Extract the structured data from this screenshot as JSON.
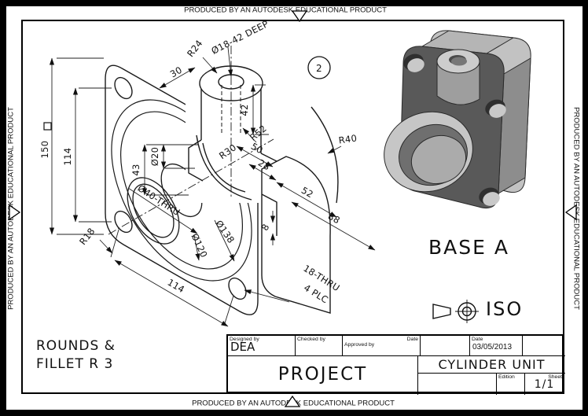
{
  "stamp": {
    "text": "PRODUCED BY AN AUTODESK EDUCATIONAL PRODUCT"
  },
  "sheet": {
    "view_number": "2",
    "note_line1": "ROUNDS &",
    "note_line2": "FILLET R 3",
    "part_name": "BASE A",
    "projection_label": "ISO"
  },
  "dims": {
    "d150": "150",
    "d114_left": "114",
    "d43": "43",
    "d20": "Ø20",
    "d30": "30",
    "r24": "R24",
    "hole_top": "Ø18-42 DEEP",
    "d42": "42",
    "r52": "R52",
    "d50": "50",
    "d28": "28",
    "r30": "R30",
    "r40": "R40",
    "d52": "52",
    "d88": "88",
    "d8": "8",
    "bore": "Ø40-THRU",
    "d120": "Ø120",
    "d138": "Ø138",
    "d114_bottom": "114",
    "r18": "R18",
    "bolt_line1": "18-THRU",
    "bolt_line2": "4 PLC"
  },
  "titleblock": {
    "designed_by_label": "Designed by",
    "designed_by_value": "DEA",
    "checked_by_label": "Checked by",
    "approved_by_label": "Approved by",
    "date_label": "Date",
    "date2_label": "Date",
    "date_value": "03/05/2013",
    "project_label": "PROJECT",
    "drawing_title": "CYLINDER UNIT",
    "edition_label": "Edition",
    "sheet_label": "Sheet",
    "sheet_value": "1/1"
  },
  "colors": {
    "line": "#1a1a1a",
    "face_front": "#595959",
    "face_top": "#b5b5b5",
    "face_right": "#8d8d8d",
    "boss_outer": "#c6c6c6",
    "bore_wall": "#6f6f6f",
    "bore_back": "#ababab"
  }
}
